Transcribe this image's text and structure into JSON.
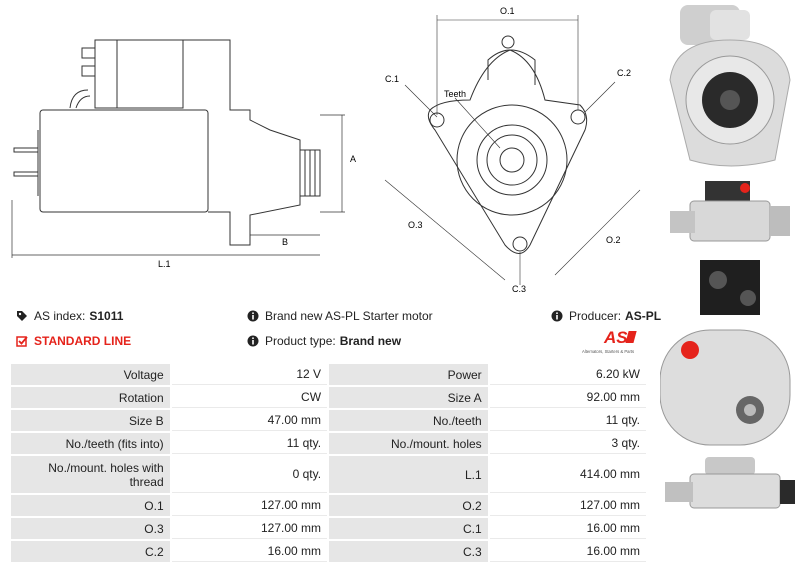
{
  "drawing": {
    "labels": {
      "a": "A",
      "b": "B",
      "l1": "L.1",
      "o1": "O.1",
      "o2": "O.2",
      "o3": "O.3",
      "c1": "C.1",
      "c2": "C.2",
      "c3": "C.3",
      "teeth": "Teeth"
    }
  },
  "info": {
    "as_index_label": "AS index:",
    "as_index_value": "S1011",
    "standard_line": "STANDARD LINE",
    "description": "Brand new AS-PL Starter motor",
    "product_type_label": "Product type:",
    "product_type_value": "Brand new",
    "producer_label": "Producer:",
    "producer_value": "AS-PL"
  },
  "logo": {
    "mark": "AS",
    "tagline": "Alternators, Starters & Parts"
  },
  "colors": {
    "brand_red": "#e5231b",
    "label_bg": "#e6e6e6"
  },
  "specs": [
    {
      "l1": "Voltage",
      "v1": "12 V",
      "l2": "Power",
      "v2": "6.20 kW"
    },
    {
      "l1": "Rotation",
      "v1": "CW",
      "l2": "Size A",
      "v2": "92.00 mm"
    },
    {
      "l1": "Size B",
      "v1": "47.00 mm",
      "l2": "No./teeth",
      "v2": "11 qty."
    },
    {
      "l1": "No./teeth (fits into)",
      "v1": "11 qty.",
      "l2": "No./mount. holes",
      "v2": "3 qty."
    },
    {
      "l1": "No./mount. holes with thread",
      "v1": "0 qty.",
      "l2": "L.1",
      "v2": "414.00 mm"
    },
    {
      "l1": "O.1",
      "v1": "127.00 mm",
      "l2": "O.2",
      "v2": "127.00 mm"
    },
    {
      "l1": "O.3",
      "v1": "127.00 mm",
      "l2": "C.1",
      "v2": "16.00 mm"
    },
    {
      "l1": "C.2",
      "v1": "16.00 mm",
      "l2": "C.3",
      "v2": "16.00 mm"
    }
  ]
}
